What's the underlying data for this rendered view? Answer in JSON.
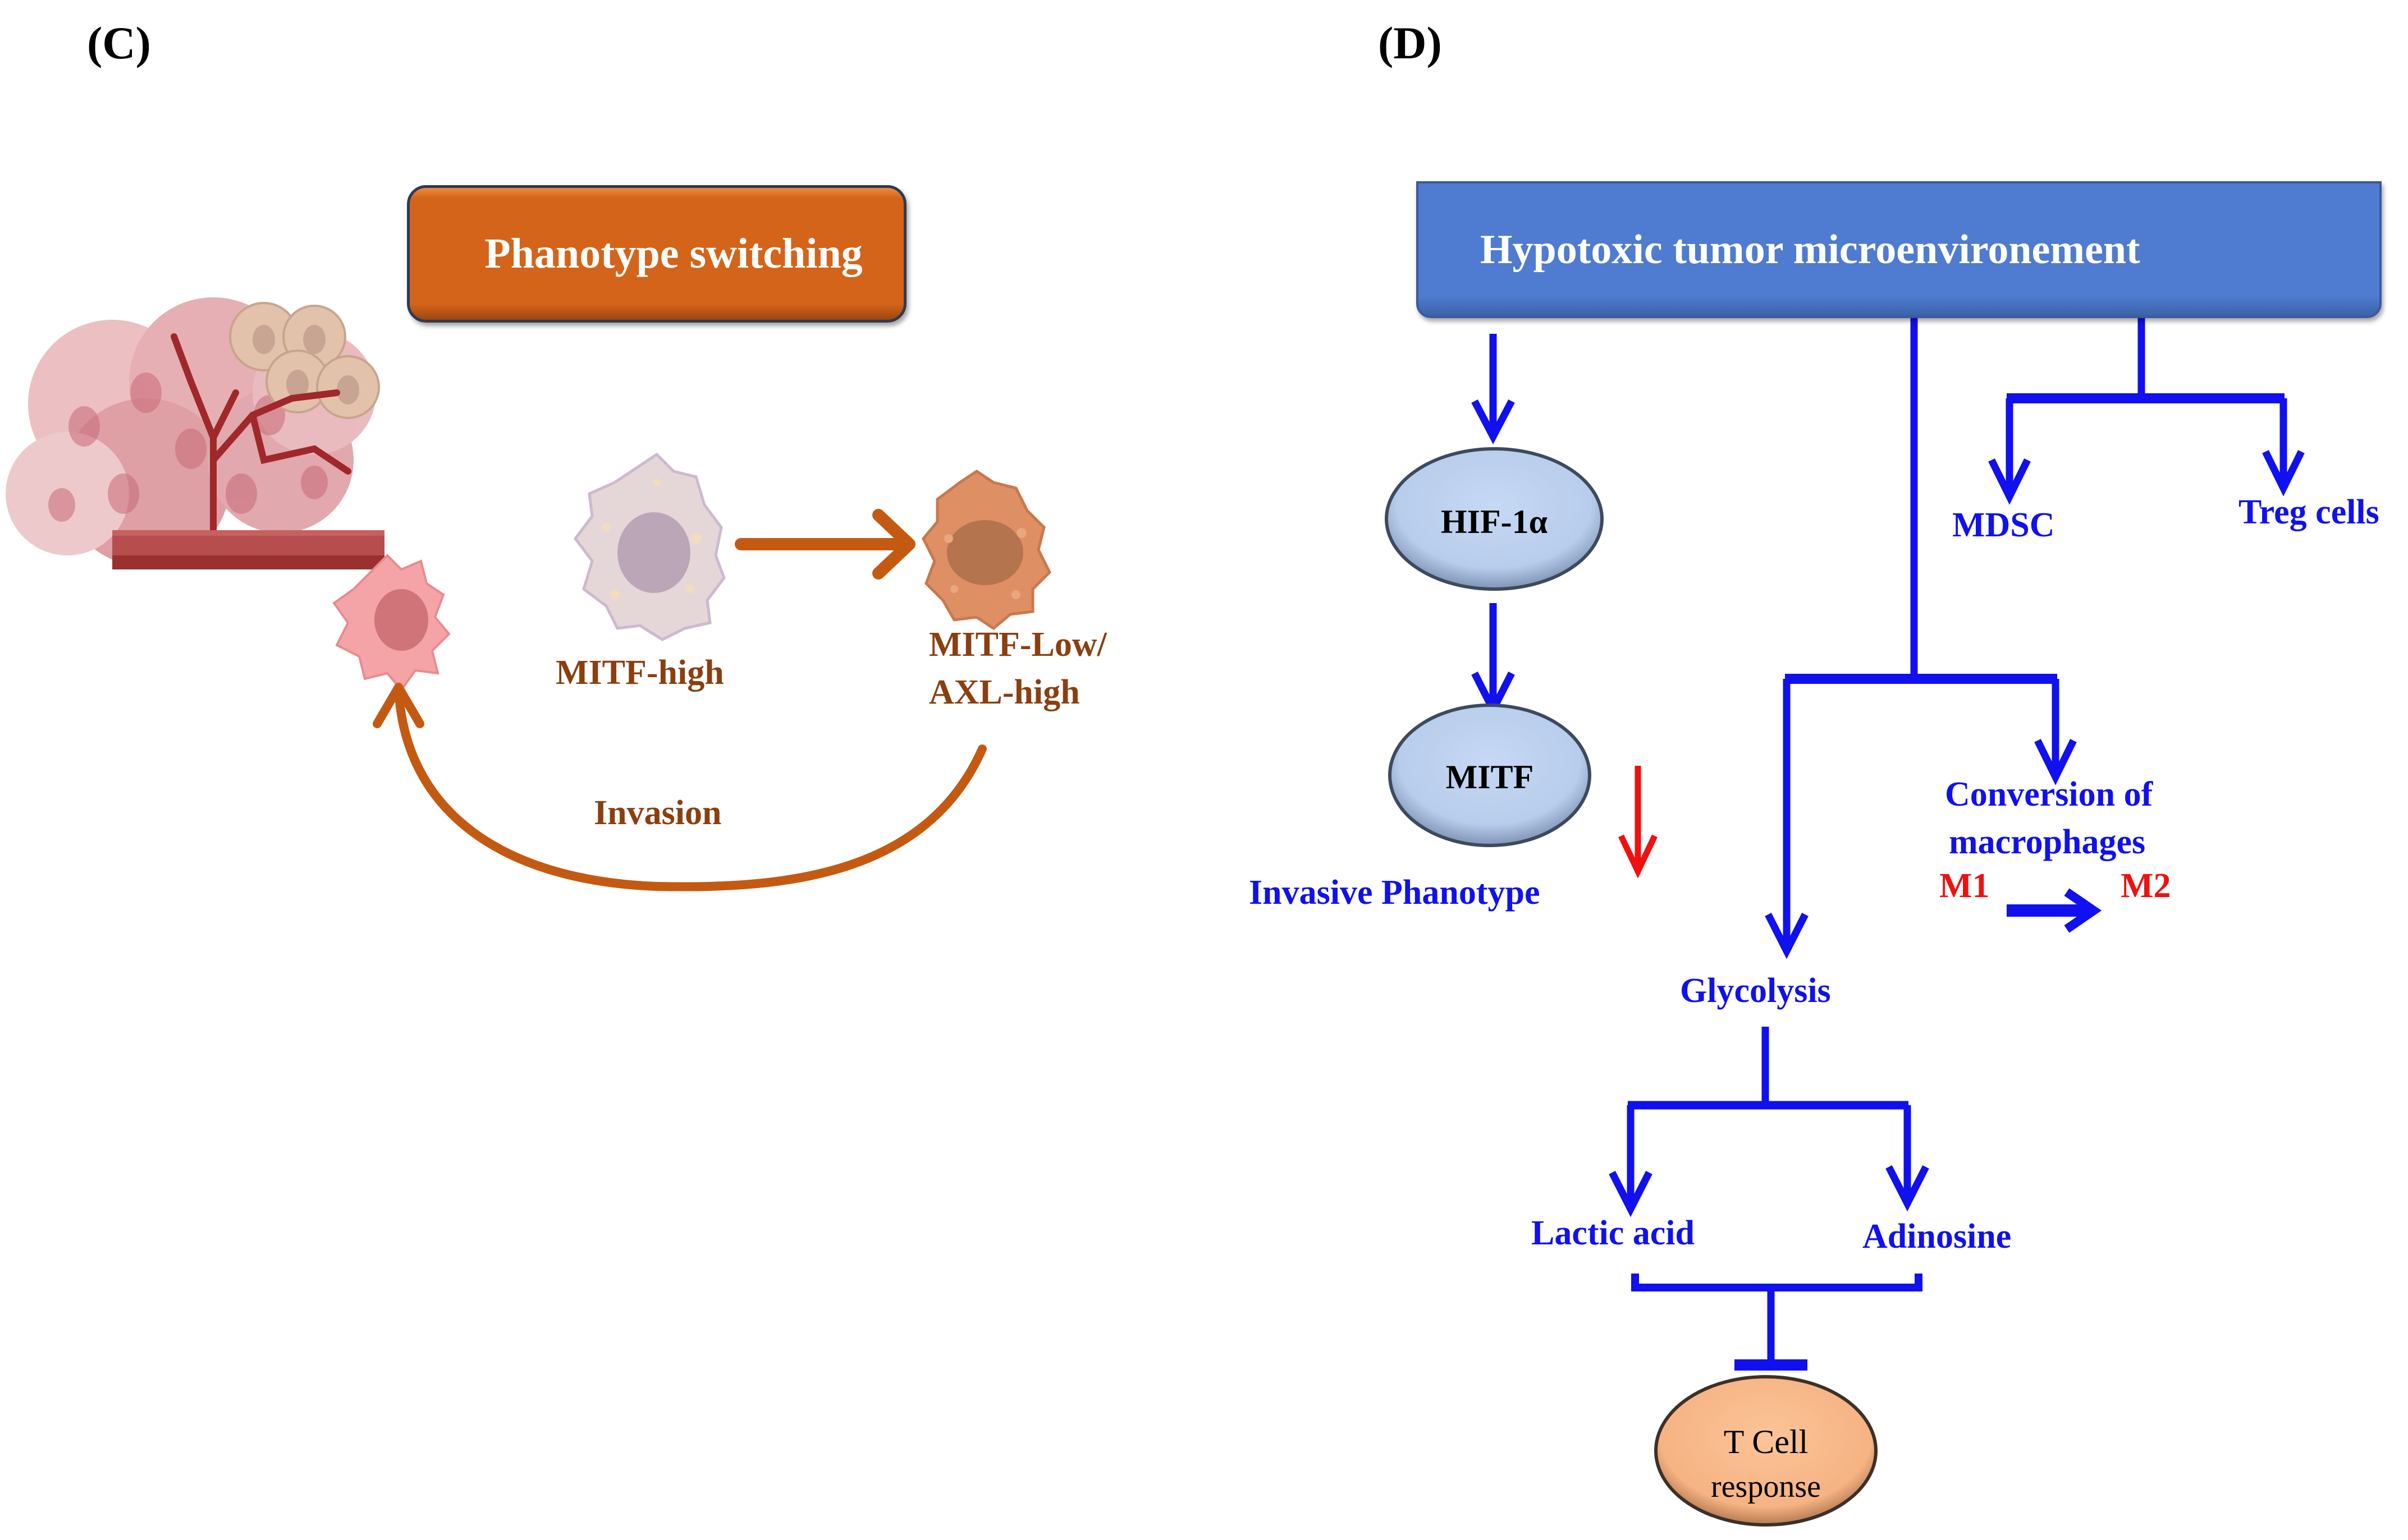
{
  "panels": {
    "c": {
      "label": "(C)",
      "title_box": "Phanotype switching",
      "cell_labels": {
        "mitf_high": "MITF-high",
        "mitf_low_line1": "MITF-Low/",
        "mitf_low_line2": "AXL-high"
      },
      "arrow_label": "Invasion"
    },
    "d": {
      "label": "(D)",
      "header": "Hypotoxic tumor microenvironement",
      "nodes": {
        "hif": "HIF-1α",
        "mitf": "MITF",
        "t_cell_line1": "T Cell",
        "t_cell_line2": "response"
      },
      "labels": {
        "invasive": "Invasive Phanotype",
        "mdsc": "MDSC",
        "treg": "Treg cells",
        "conversion_line1": "Conversion of",
        "conversion_line2": "macrophages",
        "m1": "M1",
        "m2": "M2",
        "glycolysis": "Glycolysis",
        "lactic": "Lactic acid",
        "adinosine": "Adinosine"
      }
    }
  },
  "colors": {
    "brown_accent": "#d4641a",
    "brown_text": "#8a3f10",
    "header_blue": "#4f7cd0",
    "arrow_blue": "#1010f0",
    "down_red": "#f01010",
    "node_blue": "#bcd0ee",
    "node_peach": "#f8b88a"
  }
}
